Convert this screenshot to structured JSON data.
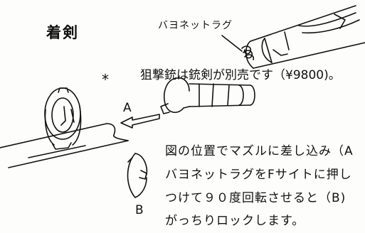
{
  "title": "着剣",
  "callout_label": "バヨネットラグ",
  "note_marker": "*",
  "note": "狙撃銃は銃剣が別売です（¥9800)。",
  "label_a": "A",
  "label_b": "B",
  "instructions": [
    "図の位置でマズルに差し込み（A",
    "バヨネットラグをFサイトに押し",
    "つけて９０度回転させると（B)",
    "がっちりロックします。"
  ]
}
